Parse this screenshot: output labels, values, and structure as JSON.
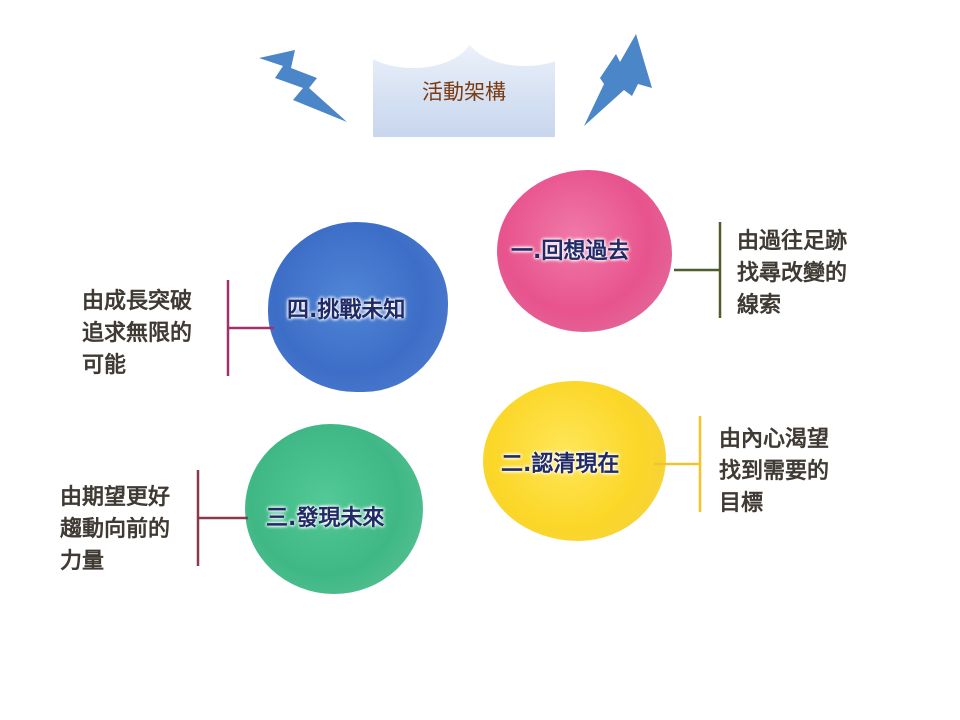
{
  "title": "活動架構",
  "colors": {
    "bolt": "#4a86c8",
    "pink": "#e8538d",
    "blue": "#3d6ec7",
    "yellow": "#fbd728",
    "green": "#3fb886",
    "connector_pink": "#4f5e2c",
    "connector_yellow": "#f2c32d",
    "connector_blue": "#a0306a",
    "connector_green": "#8a3b4a"
  },
  "nodes": [
    {
      "label": "一.回想過去",
      "description": [
        "由過往足跡",
        "找尋改變的",
        "線索"
      ]
    },
    {
      "label": "二.認清現在",
      "description": [
        "由內心渴望",
        "找到需要的",
        "目標"
      ]
    },
    {
      "label": "三.發現未來",
      "description": [
        "由期望更好",
        "趨動向前的",
        "力量"
      ]
    },
    {
      "label": "四.挑戰未知",
      "description": [
        "由成長突破",
        "追求無限的",
        "可能"
      ]
    }
  ]
}
